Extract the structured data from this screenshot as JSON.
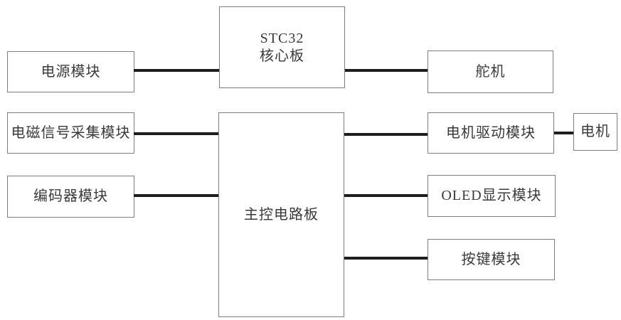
{
  "diagram": {
    "type": "block-diagram",
    "colors": {
      "background": "#ffffff",
      "box_border": "#7e7e7e",
      "connector": "#1e1e1e",
      "text": "#3a3a3a"
    },
    "nodes": {
      "power": {
        "label": "电源模块"
      },
      "emag": {
        "label": "电磁信号采集模块"
      },
      "encoder": {
        "label": "编码器模块"
      },
      "stc32": {
        "label": "STC32\n核心板"
      },
      "main_board": {
        "label": "主控电路板"
      },
      "servo": {
        "label": "舵机"
      },
      "motor_driver": {
        "label": "电机驱动模块"
      },
      "motor": {
        "label": "电机"
      },
      "oled": {
        "label": "OLED显示模块"
      },
      "keys": {
        "label": "按键模块"
      }
    },
    "connections": [
      {
        "from": "电源模块",
        "to": "STC32核心板"
      },
      {
        "from": "STC32核心板",
        "to": "舵机"
      },
      {
        "from": "电磁信号采集模块",
        "to": "主控电路板"
      },
      {
        "from": "主控电路板",
        "to": "电机驱动模块"
      },
      {
        "from": "电机驱动模块",
        "to": "电机"
      },
      {
        "from": "编码器模块",
        "to": "主控电路板"
      },
      {
        "from": "主控电路板",
        "to": "OLED显示模块"
      },
      {
        "from": "主控电路板",
        "to": "按键模块"
      }
    ]
  }
}
